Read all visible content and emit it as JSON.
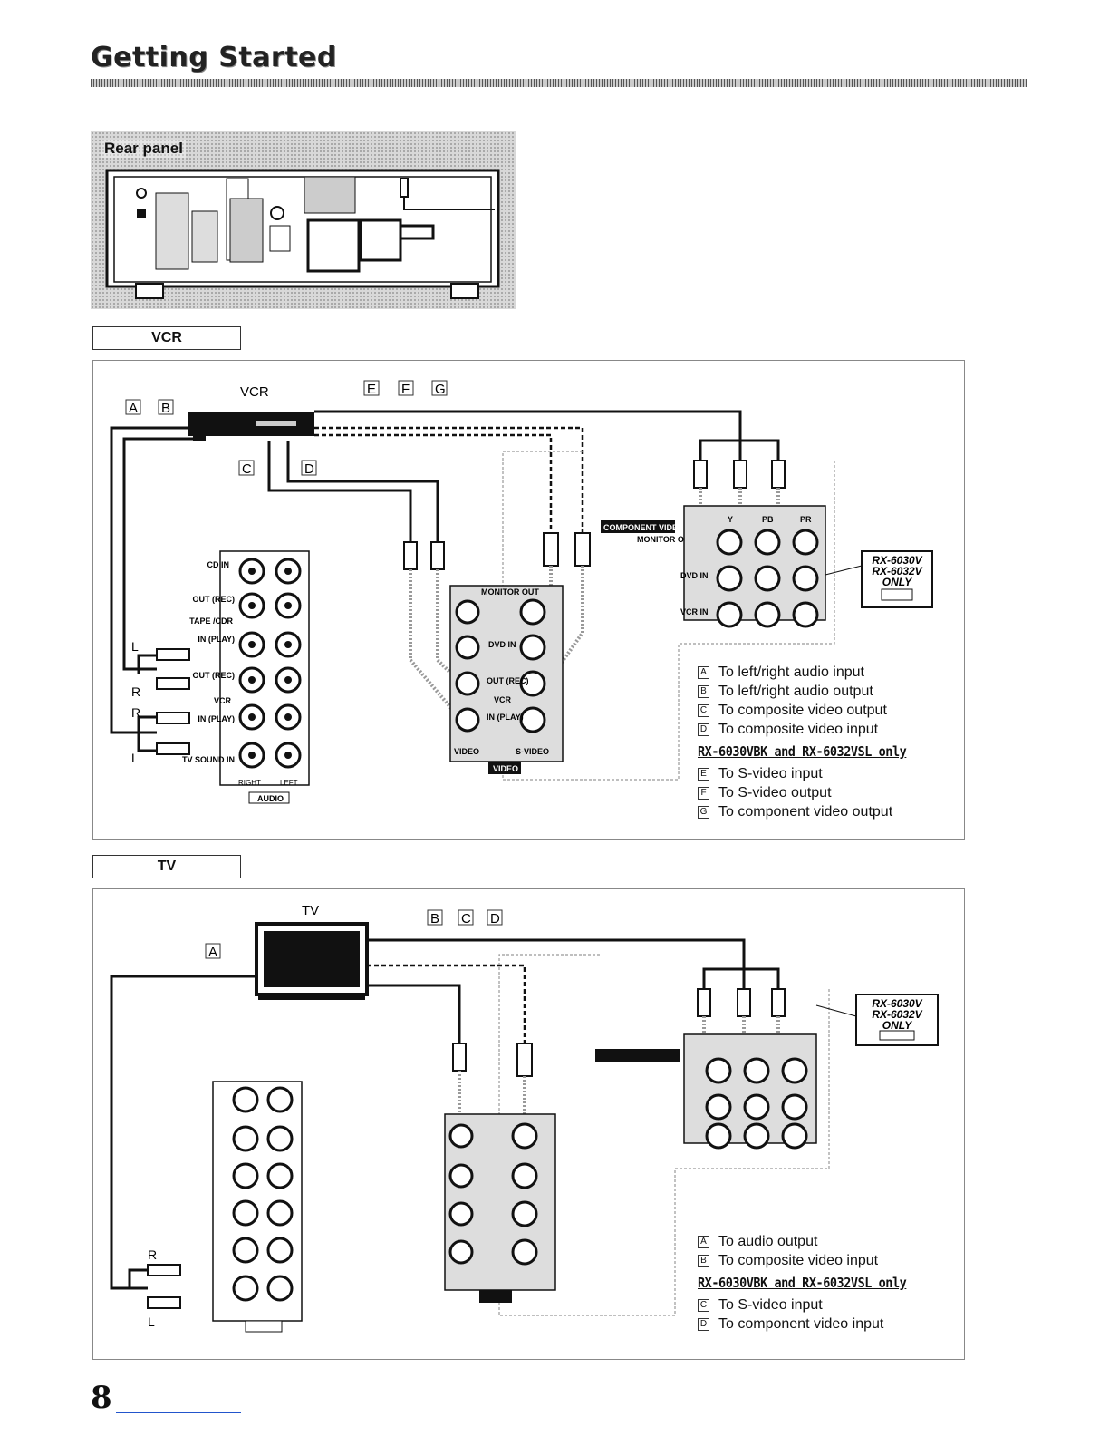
{
  "header": {
    "title": "Getting Started"
  },
  "rear_panel": {
    "label": "Rear panel"
  },
  "vcr": {
    "tab_label": "VCR",
    "device_label": "VCR",
    "cable_letters": [
      "A",
      "B",
      "C",
      "D",
      "E",
      "F",
      "G"
    ],
    "lr_labels": {
      "l1": "L",
      "r1": "R",
      "r2": "R",
      "l2": "L"
    },
    "audio_jacks": {
      "cd_in": "CD IN",
      "tape_out": "OUT (REC)",
      "tape": "TAPE /CDR",
      "tape_in": "IN (PLAY)",
      "vcr_out": "OUT (REC)",
      "vcr": "VCR",
      "vcr_in": "IN (PLAY)",
      "tv_sound": "TV SOUND IN",
      "right": "RIGHT",
      "left": "LEFT",
      "audio": "AUDIO"
    },
    "video_jacks": {
      "monitor_out": "MONITOR OUT",
      "dvd_in": "DVD IN",
      "vcr_out": "OUT (REC)",
      "vcr": "VCR",
      "vcr_in": "IN (PLAY)",
      "video": "VIDEO",
      "s_video": "S-VIDEO",
      "group": "VIDEO"
    },
    "component": {
      "badge": "COMPONENT VIDEO",
      "monitor_out": "MONITOR OUT",
      "dvd_in": "DVD IN",
      "vcr_in": "VCR IN",
      "y": "Y",
      "pb": "PB",
      "pr": "PR"
    },
    "model_badge": [
      "RX-6030V",
      "RX-6032V",
      "ONLY"
    ],
    "legend": [
      {
        "letter": "A",
        "text": "To left/right audio input"
      },
      {
        "letter": "B",
        "text": "To left/right audio output"
      },
      {
        "letter": "C",
        "text": "To composite video output"
      },
      {
        "letter": "D",
        "text": "To composite video input"
      }
    ],
    "legend_note": "RX-6030VBK and RX-6032VSL only",
    "legend_extra": [
      {
        "letter": "E",
        "text": "To S-video input"
      },
      {
        "letter": "F",
        "text": "To S-video output"
      },
      {
        "letter": "G",
        "text": "To component video output"
      }
    ]
  },
  "tv": {
    "tab_label": "TV",
    "device_label": "TV",
    "cable_letters": [
      "A",
      "B",
      "C",
      "D"
    ],
    "lr_labels": {
      "r": "R",
      "l": "L"
    },
    "model_badge": [
      "RX-6030V",
      "RX-6032V",
      "ONLY"
    ],
    "legend": [
      {
        "letter": "A",
        "text": "To audio output"
      },
      {
        "letter": "B",
        "text": "To composite video input"
      }
    ],
    "legend_note": "RX-6030VBK and RX-6032VSL only",
    "legend_extra": [
      {
        "letter": "C",
        "text": "To S-video input"
      },
      {
        "letter": "D",
        "text": "To component video input"
      }
    ]
  },
  "footer": {
    "page_number": "8"
  }
}
